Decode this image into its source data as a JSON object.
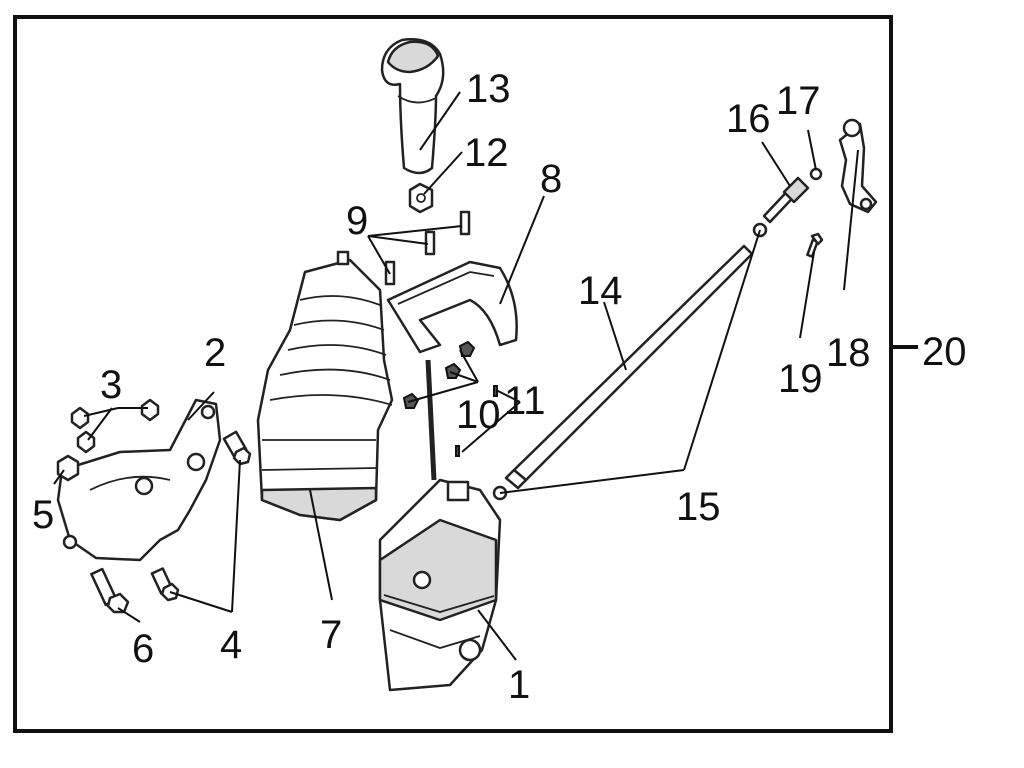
{
  "diagram": {
    "assembly_callout": "20",
    "callouts": [
      "1",
      "2",
      "3",
      "4",
      "5",
      "6",
      "7",
      "8",
      "9",
      "10",
      "11",
      "12",
      "13",
      "14",
      "15",
      "16",
      "17",
      "18",
      "19"
    ]
  },
  "colors": {
    "line": "#111111",
    "fill": "#ffffff",
    "shade": "#d9d9d9"
  }
}
